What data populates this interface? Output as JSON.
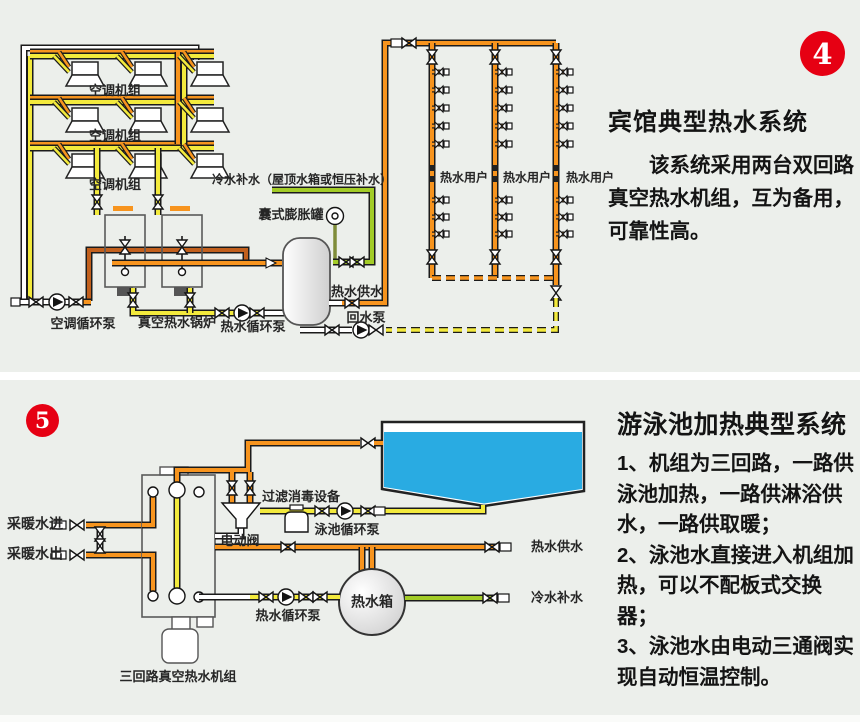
{
  "colors": {
    "background": "#ecefeb",
    "badge_red": "#e60013",
    "pipe_orange": "#f7941e",
    "pipe_yellow": "#f3ea3d",
    "pipe_green": "#a3cc27",
    "pool_blue": "#29abe2"
  },
  "p4": {
    "badge": "4",
    "title": "宾馆典型热水系统",
    "body": "该系统采用两台双回路真空热水机组，互为备用，可靠性高。",
    "labels": {
      "ac1": "空调机组",
      "ac2": "空调机组",
      "ac3": "空调机组",
      "cold_makeup": "冷水补水（屋顶水箱或恒压补水）",
      "expansion": "囊式膨胀罐",
      "supply": "热水供水",
      "ac_pump": "空调循环泵",
      "boiler": "真空热水锅炉",
      "hw_pump": "热水循环泵",
      "return_pump": "回水泵",
      "user1": "热水用户",
      "user2": "热水用户",
      "user3": "热水用户"
    }
  },
  "p5": {
    "badge": "5",
    "title": "游泳池加热典型系统",
    "body": [
      "1、机组为三回路，一路供泳池加热，一路供淋浴供水，一路供取暖；",
      "2、泳池水直接进入机组加热，可以不配板式交换器；",
      "3、泳池水由电动三通阀实现自动恒温控制。"
    ],
    "labels": {
      "heating_in": "采暖水进",
      "heating_out": "采暖水出",
      "filter": "过滤消毒设备",
      "motor_valve": "电动阀",
      "pool_pump": "泳池循环泵",
      "hw_pump": "热水循环泵",
      "hw_tank": "热水箱",
      "hw_supply": "热水供水",
      "cold_makeup": "冷水补水",
      "unit": "三回路真空热水机组"
    }
  }
}
